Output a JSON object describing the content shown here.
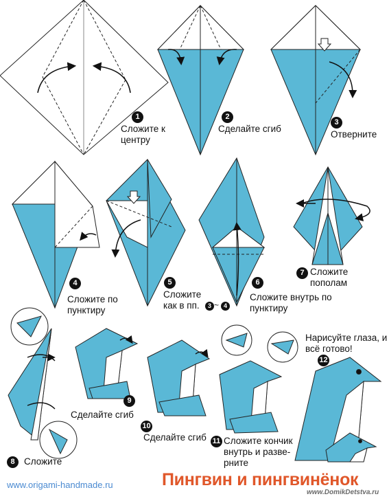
{
  "colors": {
    "paper_blue": "#5ab8d6",
    "paper_white": "#ffffff",
    "line": "#222222",
    "title": "#e0572a",
    "link": "#4a8ad1"
  },
  "steps": [
    {
      "num": "1",
      "text": "Сложите к\nцентру"
    },
    {
      "num": "2",
      "text": "Сделайте сгиб"
    },
    {
      "num": "3",
      "text": "Отверните"
    },
    {
      "num": "4",
      "text": "Сложите по\nпунктиру"
    },
    {
      "num": "5",
      "text": "Сложите\nкак в пп."
    },
    {
      "num": "6",
      "text": "Сложите внутрь по\nпунктиру"
    },
    {
      "num": "7",
      "text": "Сложите\nпополам"
    },
    {
      "num": "8",
      "text": "Сложите"
    },
    {
      "num": "9",
      "text": "Сделайте сгиб"
    },
    {
      "num": "10",
      "text": "Сделайте сгиб"
    },
    {
      "num": "11",
      "text": "Сложите кончик\nвнутрь и разве-\nрните"
    },
    {
      "num": "12",
      "text": "Нарисуйте глаза, и\nвсё готово!"
    }
  ],
  "step5_refs": {
    "a": "3",
    "sep": "~",
    "b": "4"
  },
  "footer": {
    "site": "www.origami-handmade.ru",
    "title": "Пингвин и пингвинёнок",
    "watermark": "www.DomikDetstva.ru"
  }
}
